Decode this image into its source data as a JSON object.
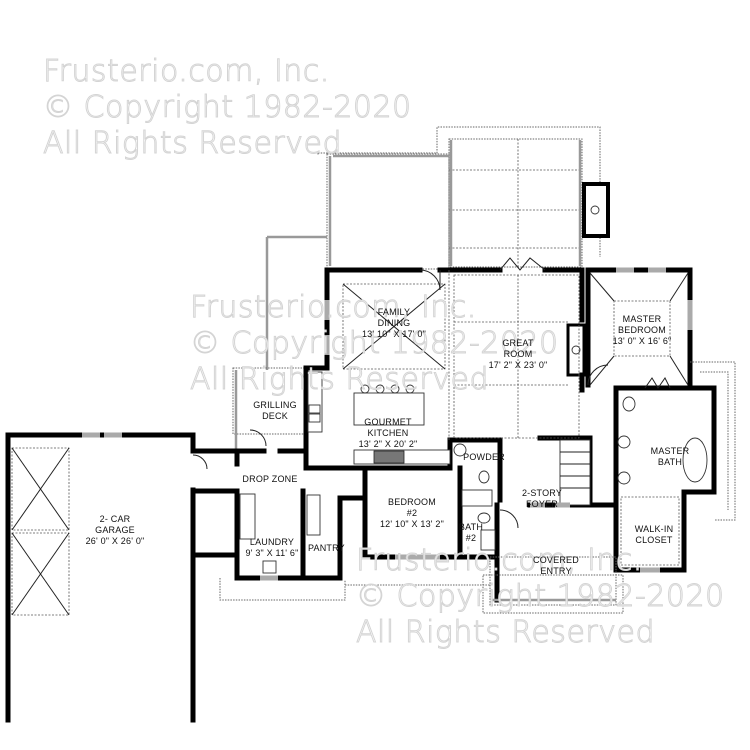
{
  "watermarks": [
    {
      "lines": [
        "Frusterio.com, Inc.",
        "© Copyright 1982-2020",
        "All Rights Reserved"
      ],
      "position": "top-left"
    },
    {
      "lines": [
        "Frusterio.com, Inc.",
        "© Copyright 1982-2020",
        "All Rights Reserved"
      ],
      "position": "center"
    },
    {
      "lines": [
        "Frusterio.com, Inc.",
        "© Copyright 1982-2020",
        "All Rights Reserved"
      ],
      "position": "bottom-right"
    }
  ],
  "rooms": {
    "family_dining": {
      "name": [
        "FAMILY",
        "DINING"
      ],
      "size": "13' 10\" X 17' 0\""
    },
    "great_room": {
      "name": [
        "GREAT",
        "ROOM"
      ],
      "size": "17' 2\" X 23' 0\""
    },
    "master_bedroom": {
      "name": [
        "MASTER",
        "BEDROOM"
      ],
      "size": "13' 0\" X 16' 6\""
    },
    "grilling_deck": {
      "name": [
        "GRILLING",
        "DECK"
      ]
    },
    "gourmet_kitchen": {
      "name": [
        "GOURMET",
        "KITCHEN"
      ],
      "size": "13' 2\" X 20' 2\""
    },
    "master_bath": {
      "name": [
        "MASTER",
        "BATH"
      ]
    },
    "powder": {
      "name": [
        "POWDER"
      ]
    },
    "garage": {
      "name": [
        "2- CAR",
        "GARAGE"
      ],
      "size": "26' 0\" X 26' 0\""
    },
    "drop_zone": {
      "name": [
        "DROP ZONE"
      ]
    },
    "bedroom2": {
      "name": [
        "BEDROOM",
        "#2"
      ],
      "size": "12' 10\" X 13' 2\""
    },
    "foyer": {
      "name": [
        "2-STORY",
        "FOYER"
      ]
    },
    "laundry": {
      "name": [
        "LAUNDRY"
      ],
      "size": "9' 3\" X 11' 6\""
    },
    "pantry": {
      "name": [
        "PANTRY"
      ]
    },
    "bath2": {
      "name": [
        "BATH",
        "#2"
      ]
    },
    "walk_in_closet": {
      "name": [
        "WALK-IN",
        "CLOSET"
      ]
    },
    "covered_entry": {
      "name": [
        "COVERED",
        "ENTRY"
      ]
    }
  }
}
